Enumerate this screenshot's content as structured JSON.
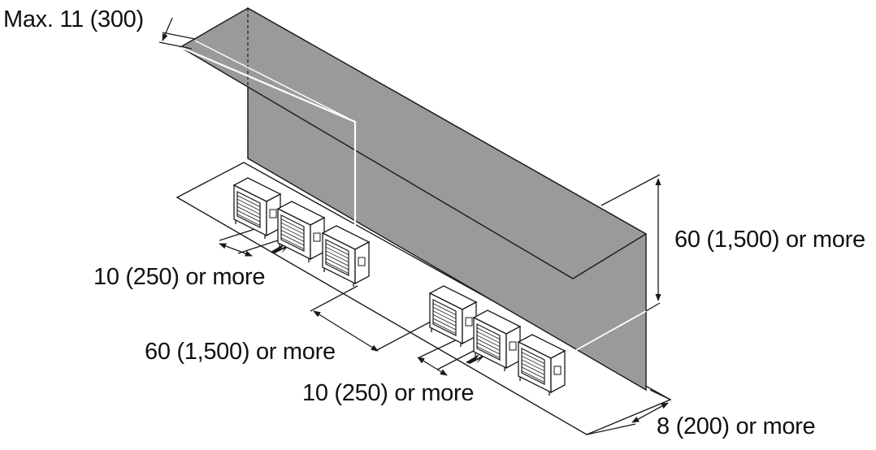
{
  "labels": {
    "max_height": "Max. 11 (300)",
    "wall_height": "60 (1,500) or more",
    "unit_gap_1": "10 (250) or more",
    "row_gap": "60 (1,500) or more",
    "unit_gap_2": "10 (250) or more",
    "wall_clearance": "8 (200) or more"
  },
  "colors": {
    "wall": "#9a9a9a",
    "line": "#1a1a1a",
    "unit_fill": "#ffffff"
  }
}
